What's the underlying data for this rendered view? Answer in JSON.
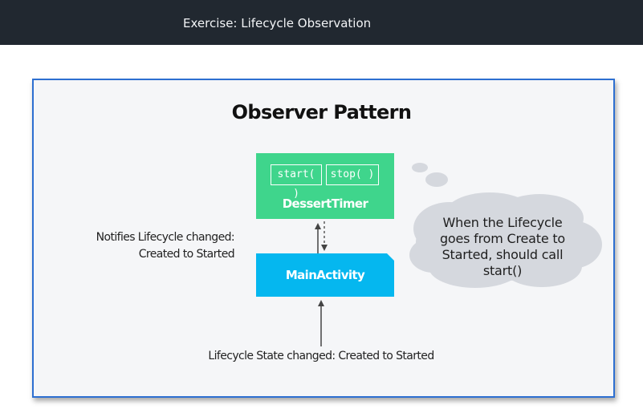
{
  "header": {
    "title": "Exercise: Lifecycle Observation"
  },
  "diagram": {
    "title": "Observer Pattern",
    "dessert_timer": {
      "label": "DessertTimer",
      "methods": [
        "start( )",
        "stop( )"
      ]
    },
    "main_activity": {
      "label": "MainActivity"
    },
    "notify_label": {
      "line1": "Notifies Lifecycle changed:",
      "line2": "Created to Started"
    },
    "state_label": "Lifecycle State changed: Created to Started",
    "thought_bubble": {
      "lines": [
        "When the Lifecycle",
        "goes from Create to",
        "Started, should call",
        "start()"
      ]
    }
  },
  "colors": {
    "topbar": "#212830",
    "frame_border": "#2d6fd1",
    "dessert_timer": "#3fd58c",
    "main_activity": "#05b7ef",
    "bubble": "#d5d8de"
  }
}
